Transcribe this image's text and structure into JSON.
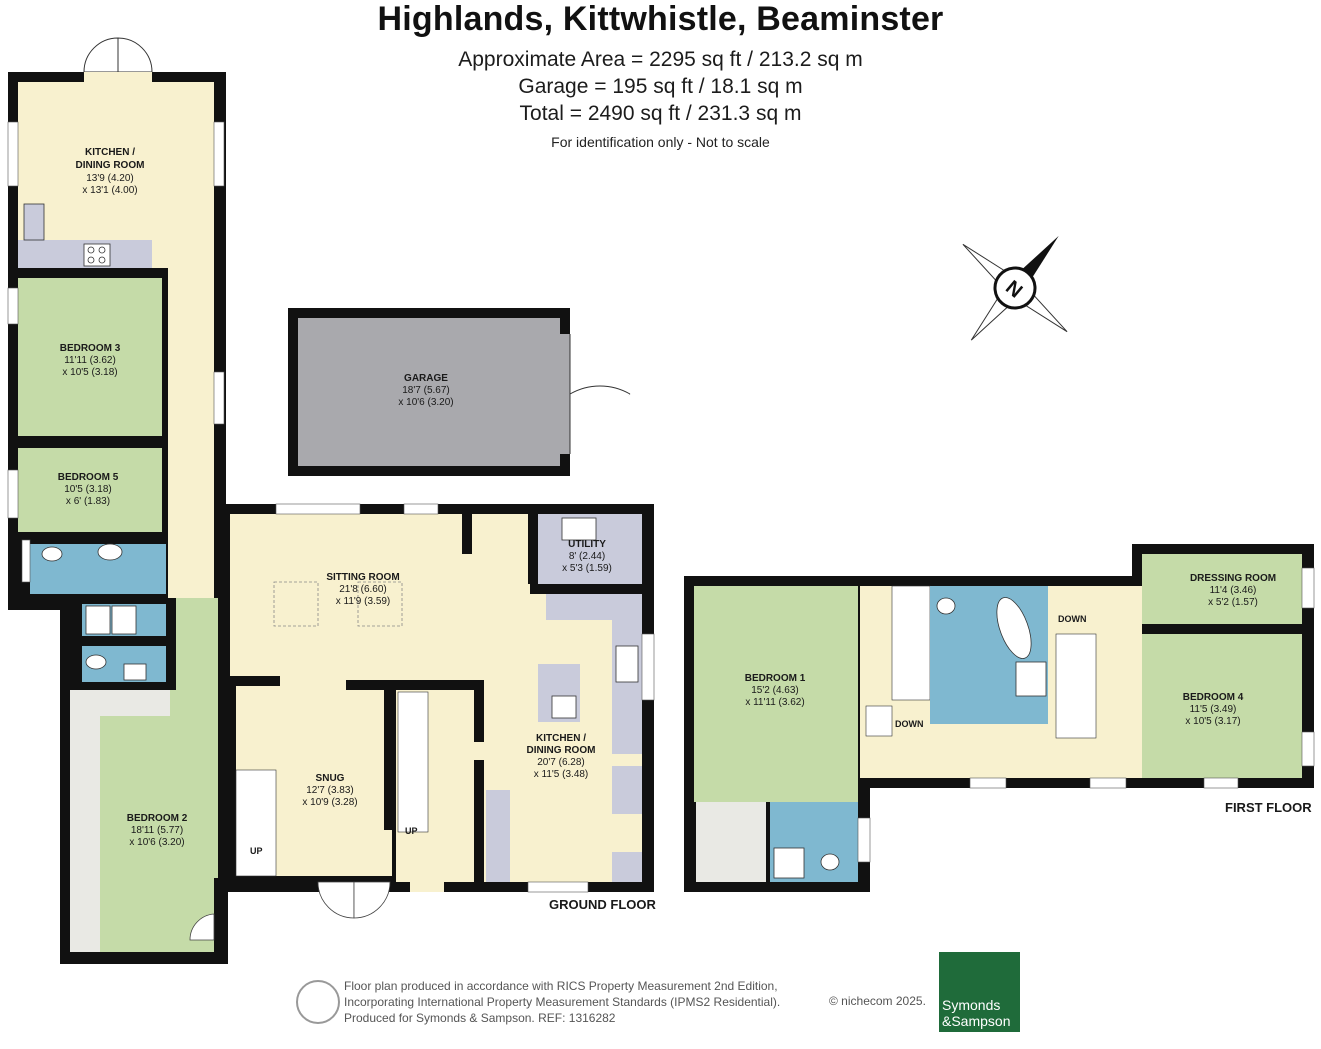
{
  "header": {
    "title": "Highlands, Kittwhistle, Beaminster",
    "area_main": "Approximate Area = 2295 sq ft / 213.2 sq m",
    "area_garage": "Garage = 195 sq ft / 18.1 sq m",
    "area_total": "Total = 2490 sq ft / 231.3 sq m",
    "note": "For identification only - Not to scale"
  },
  "rooms": {
    "kitchen_dining_top": {
      "name1": "KITCHEN /",
      "name2": "DINING ROOM",
      "dim1": "13'9 (4.20)",
      "dim2": "x 13'1 (4.00)"
    },
    "bedroom3": {
      "name": "BEDROOM 3",
      "dim1": "11'11 (3.62)",
      "dim2": "x 10'5 (3.18)"
    },
    "bedroom5": {
      "name": "BEDROOM 5",
      "dim1": "10'5 (3.18)",
      "dim2": "x 6' (1.83)"
    },
    "bedroom2": {
      "name": "BEDROOM 2",
      "dim1": "18'11 (5.77)",
      "dim2": "x 10'6 (3.20)"
    },
    "garage": {
      "name": "GARAGE",
      "dim1": "18'7 (5.67)",
      "dim2": "x 10'6 (3.20)"
    },
    "sitting_room": {
      "name": "SITTING ROOM",
      "dim1": "21'8 (6.60)",
      "dim2": "x 11'9 (3.59)"
    },
    "utility": {
      "name": "UTILITY",
      "dim1": "8' (2.44)",
      "dim2": "x 5'3 (1.59)"
    },
    "snug": {
      "name": "SNUG",
      "dim1": "12'7 (3.83)",
      "dim2": "x 10'9 (3.28)"
    },
    "kitchen_dining_main": {
      "name1": "KITCHEN /",
      "name2": "DINING ROOM",
      "dim1": "20'7 (6.28)",
      "dim2": "x 11'5 (3.48)"
    },
    "bedroom1": {
      "name": "BEDROOM 1",
      "dim1": "15'2 (4.63)",
      "dim2": "x 11'11 (3.62)"
    },
    "dressing_room": {
      "name": "DRESSING ROOM",
      "dim1": "11'4 (3.46)",
      "dim2": "x 5'2 (1.57)"
    },
    "bedroom4": {
      "name": "BEDROOM 4",
      "dim1": "11'5 (3.49)",
      "dim2": "x 10'5 (3.17)"
    }
  },
  "stairs": {
    "up": "UP",
    "down": "DOWN"
  },
  "floors": {
    "ground": "GROUND FLOOR",
    "first": "FIRST FLOOR"
  },
  "compass": {
    "letter": "N"
  },
  "footer": {
    "line1": "Floor plan produced in accordance with RICS Property Measurement 2nd Edition,",
    "line2": "Incorporating International Property Measurement Standards (IPMS2 Residential).",
    "line3": "Produced for Symonds & Sampson.   REF:  1316282",
    "copyright": "© nichecom 2025.",
    "logo_line1": "Symonds",
    "logo_line2": "&Sampson"
  },
  "colors": {
    "wall": "#111111",
    "green_room": "#c5dba8",
    "yellow_room": "#f8f1cf",
    "blue_room": "#7fb8d0",
    "garage": "#a9a9ad",
    "fixture": "#c9cbdb",
    "logo": "#1f6b3a"
  }
}
